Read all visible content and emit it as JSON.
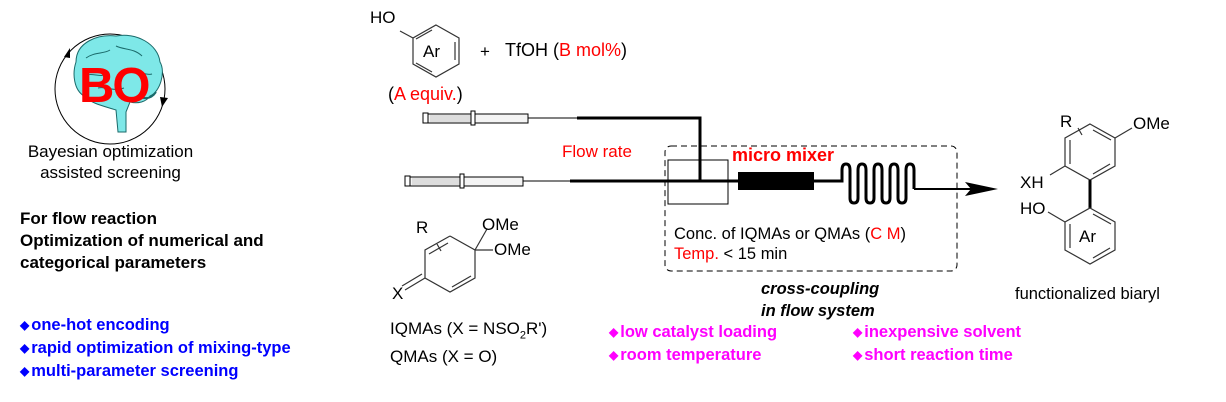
{
  "left_panel": {
    "logo": {
      "label": "BO",
      "icon": "brain-cycle-icon",
      "brain_color": "#7ee8e8",
      "label_color": "#ff0000"
    },
    "logo_caption": [
      "Bayesian optimization",
      "assisted screening"
    ],
    "heading": [
      "For flow reaction",
      "Optimization of numerical and",
      "categorical parameters"
    ],
    "features": [
      "one-hot encoding",
      "rapid optimization of mixing-type",
      "multi-parameter screening"
    ],
    "feature_color": "#0000ff"
  },
  "reagents": {
    "phenol": {
      "substituent": "HO",
      "ring_label": "Ar"
    },
    "plus": "+",
    "acid": "TfOH",
    "acid_param_open": "(",
    "acid_param": "B mol%",
    "acid_param_close": ")",
    "phenol_param_open": "(",
    "phenol_param": "A equiv.",
    "phenol_param_close": ")"
  },
  "substrate": {
    "labels": {
      "r": "R",
      "ome1": "OMe",
      "ome2": "OMe",
      "x": "X"
    },
    "line1_prefix": "IQMAs (X = NSO",
    "line1_sub": "2",
    "line1_suffix": "R')",
    "line2": "QMAs (X = O)"
  },
  "flow_system": {
    "flow_rate_label": "Flow rate",
    "mixer_label": "micro mixer",
    "conc_prefix": "Conc. of IQMAs or QMAs (",
    "conc_param": "C M",
    "conc_suffix": ")",
    "temp_label": "Temp.",
    "time_label": "< 15 min",
    "title": [
      "cross-coupling",
      "in flow system"
    ]
  },
  "advantages": {
    "color": "#ff00ff",
    "left": [
      "low catalyst loading",
      "room temperature"
    ],
    "right": [
      "inexpensive solvent",
      "short reaction time"
    ]
  },
  "product": {
    "labels": {
      "r": "R",
      "ome": "OMe",
      "xh": "XH",
      "ho": "HO",
      "ring": "Ar"
    },
    "caption": "functionalized biaryl"
  },
  "bullet_glyph": "◆",
  "accent_red": "#ff0000"
}
